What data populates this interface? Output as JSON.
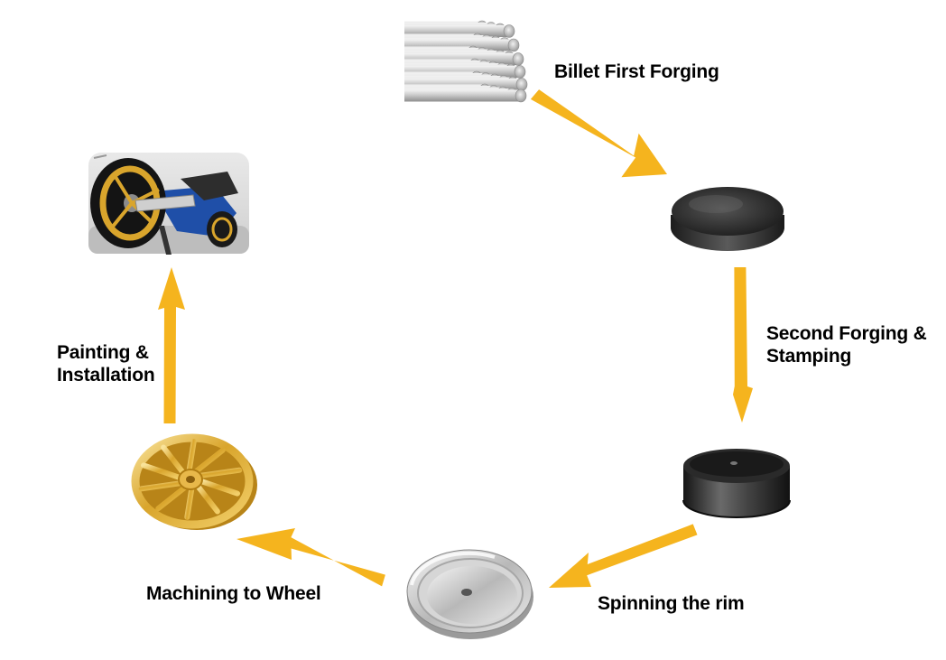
{
  "process": {
    "steps": [
      {
        "label": "Billet First Forging",
        "image": "aluminum-billet-bars"
      },
      {
        "label_lines": [
          "Second Forging &",
          "Stamping"
        ],
        "image": "forged-disc-blank"
      },
      {
        "label": "Spinning the rim",
        "image": "stamped-wheel-blank"
      },
      {
        "label": "Machining to Wheel",
        "image": "spun-rim-blank"
      },
      {
        "label_lines": [
          "Painting &",
          "Installation"
        ],
        "image": "gold-finished-wheel"
      }
    ],
    "final_image": "motorcycle-with-installed-wheel",
    "arrow_color": "#F5B41E"
  }
}
